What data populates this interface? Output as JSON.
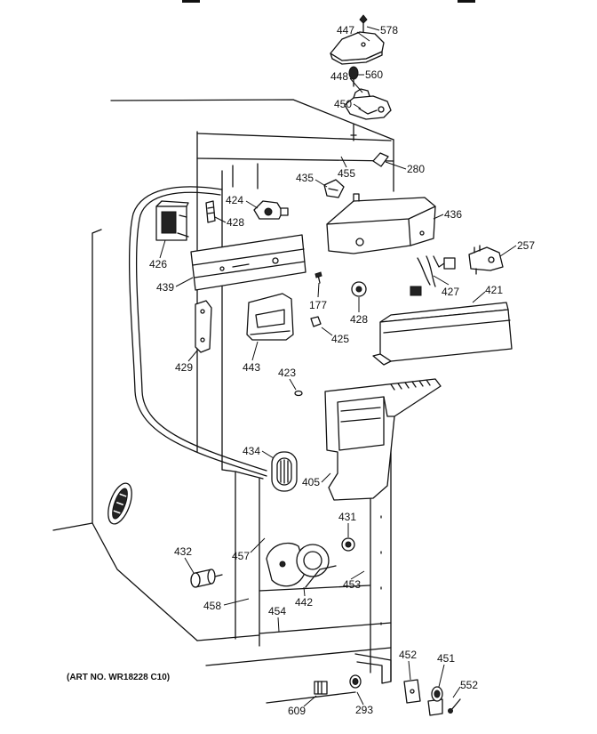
{
  "footer": {
    "art_number": "(ART NO. WR18228 C10)"
  },
  "callouts": [
    "447",
    "578",
    "448",
    "560",
    "450",
    "455",
    "280",
    "435",
    "436",
    "424",
    "428",
    "426",
    "439",
    "257",
    "177",
    "427",
    "421",
    "428",
    "425",
    "429",
    "443",
    "423",
    "434",
    "405",
    "431",
    "432",
    "457",
    "442",
    "453",
    "458",
    "454",
    "452",
    "451",
    "552",
    "609",
    "293"
  ]
}
